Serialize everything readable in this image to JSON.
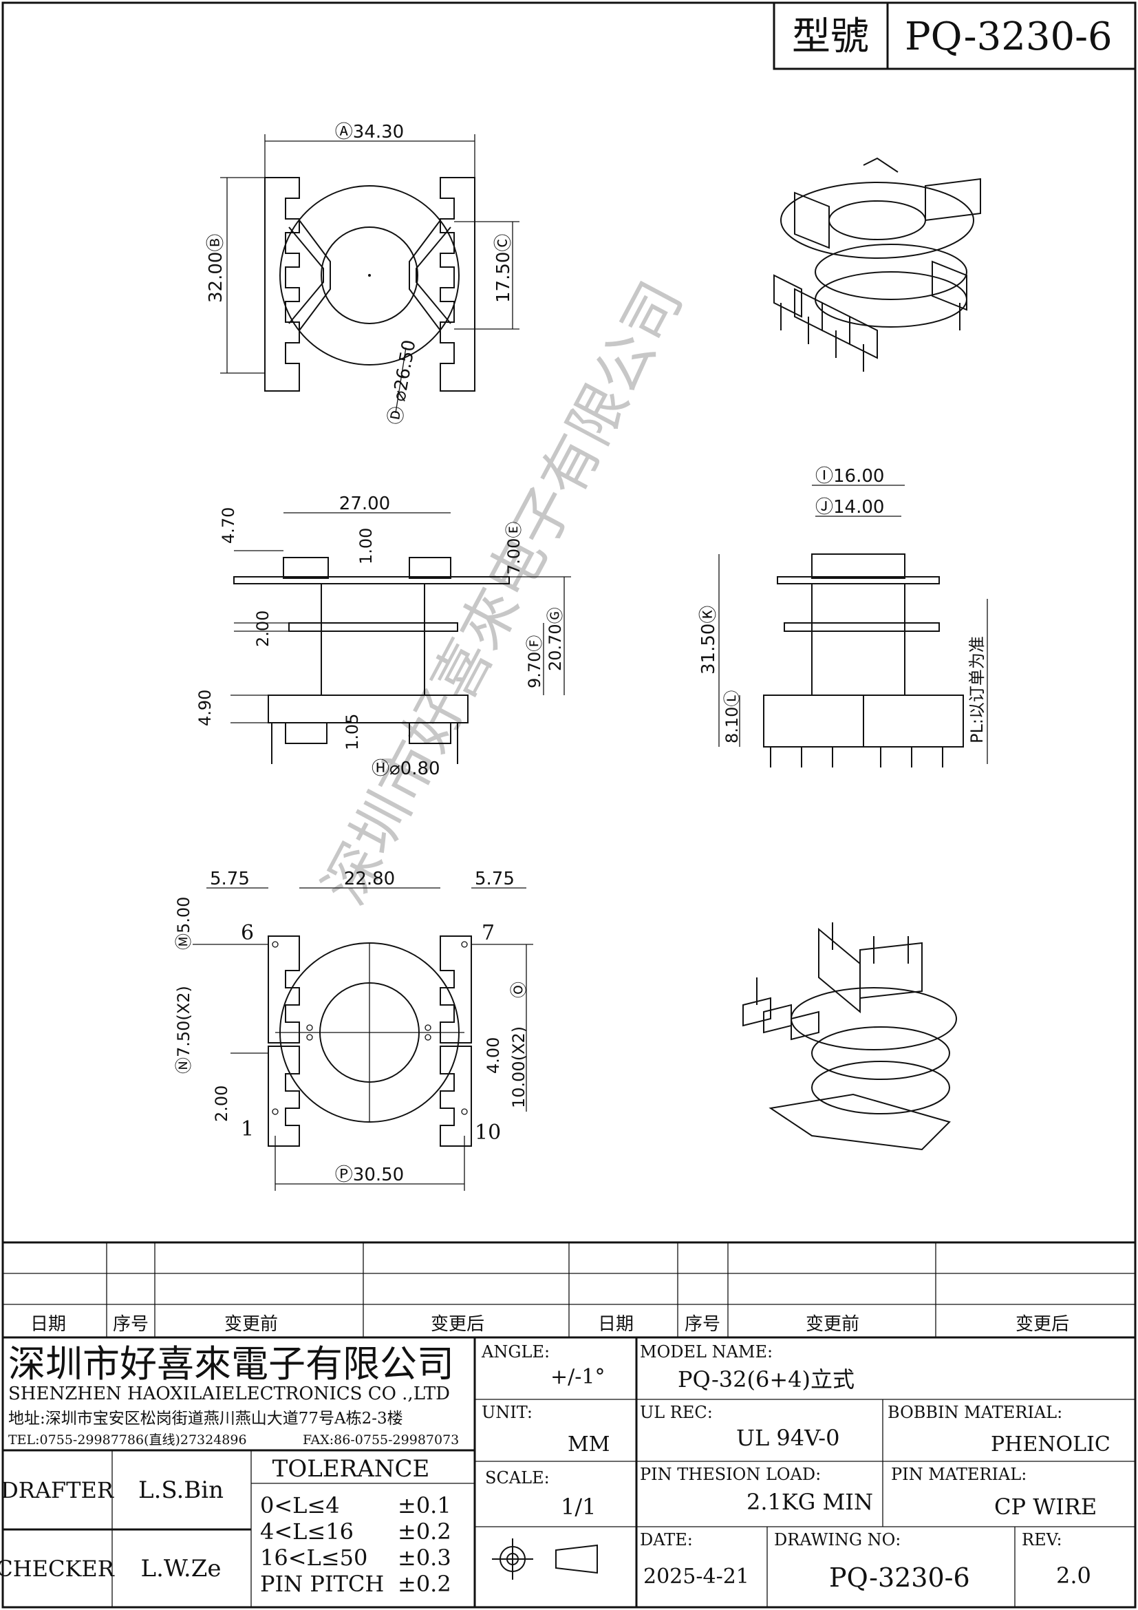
{
  "header": {
    "model_label": "型號",
    "model_value": "PQ-3230-6"
  },
  "top_view": {
    "dim_width": "Ⓐ34.30",
    "dim_height": "32.00Ⓑ",
    "dim_c": "17.50Ⓒ",
    "dim_d": "Ⓓ ⌀26.50"
  },
  "side_view": {
    "dim_top": "27.00",
    "dim_470": "4.70",
    "dim_100": "1.00",
    "dim_700": "7.00Ⓔ",
    "dim_2070": "20.70Ⓖ",
    "dim_970": "9.70Ⓕ",
    "dim_200": "2.00",
    "dim_490": "4.90",
    "dim_105": "1.05",
    "dim_pin": "Ⓗ⌀0.80"
  },
  "end_view": {
    "dim_1600": "Ⓘ16.00",
    "dim_1400": "Ⓙ14.00",
    "dim_3150": "31.50Ⓚ",
    "dim_810": "8.10Ⓛ",
    "pl_note": "PL:以订单为准"
  },
  "bottom_view": {
    "dim_575_l": "5.75",
    "dim_2280": "22.80",
    "dim_575_r": "5.75",
    "dim_500": "Ⓜ5.00",
    "dim_750": "Ⓝ7.50(X2)",
    "dim_200": "2.00",
    "dim_o": "Ⓞ",
    "dim_400": "4.00",
    "dim_1000": "10.00(X2)",
    "dim_3050": "Ⓟ30.50",
    "pin_6": "6",
    "pin_7": "7",
    "pin_1": "1",
    "pin_10": "10"
  },
  "watermark": "深圳市好喜來电子有限公司",
  "revision_table": {
    "headers": [
      "日期",
      "序号",
      "变更前",
      "变更后",
      "日期",
      "序号",
      "变更前",
      "变更后"
    ]
  },
  "company": {
    "name_cn": "深圳市好喜來電子有限公司",
    "name_en": "SHENZHEN HAOXILAIELECTRONICS CO .,LTD",
    "address": "地址:深圳市宝安区松岗街道燕川燕山大道77号A栋2-3楼",
    "tel": "TEL:0755-29987786(直线)27324896",
    "fax": "FAX:86-0755-29987073"
  },
  "title_block": {
    "angle_label": "ANGLE:",
    "angle_value": "+/-1°",
    "model_name_label": "MODEL NAME:",
    "model_name_value": "PQ-32(6+4)立式",
    "unit_label": "UNIT:",
    "unit_value": "MM",
    "ul_label": "UL REC:",
    "ul_value": "UL 94V-0",
    "bobbin_label": "BOBBIN MATERIAL:",
    "bobbin_value": "PHENOLIC",
    "scale_label": "SCALE:",
    "scale_value": "1/1",
    "pin_load_label": "PIN THESION LOAD:",
    "pin_load_value": "2.1KG MIN",
    "pin_mat_label": "PIN MATERIAL:",
    "pin_mat_value": "CP   WIRE",
    "drafter_label": "DRAFTER",
    "drafter_value": "L.S.Bin",
    "checker_label": "CHECKER",
    "checker_value": "L.W.Ze",
    "tolerance_title": "TOLERANCE",
    "tolerances": [
      {
        "range": "0<L≤4",
        "value": "±0.1"
      },
      {
        "range": "4<L≤16",
        "value": "±0.2"
      },
      {
        "range": "16<L≤50",
        "value": "±0.3"
      },
      {
        "range": "PIN PITCH",
        "value": "±0.2"
      }
    ],
    "date_label": "DATE:",
    "date_value": "2025-4-21",
    "drawing_no_label": "DRAWING NO:",
    "drawing_no_value": "PQ-3230-6",
    "rev_label": "REV:",
    "rev_value": "2.0"
  }
}
